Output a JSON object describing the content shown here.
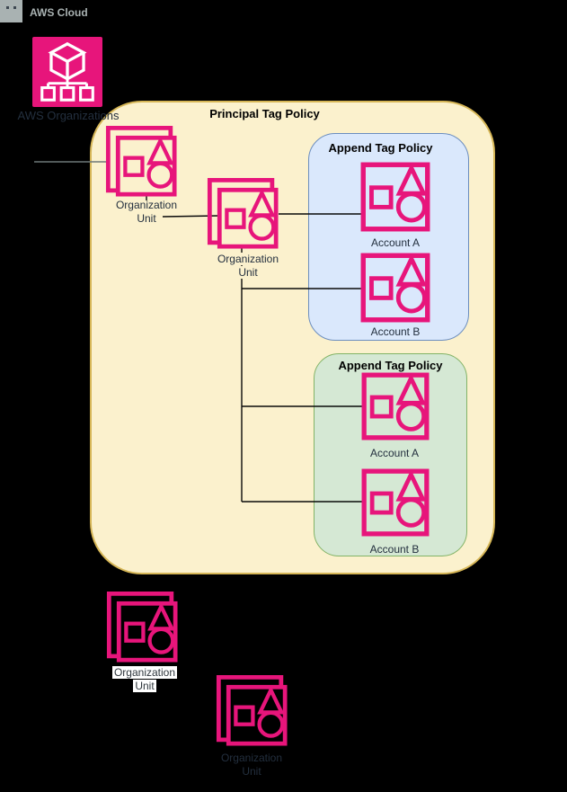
{
  "aws_cloud": {
    "label": "AWS Cloud"
  },
  "aws_organizations": {
    "label": "AWS Organizations"
  },
  "principal_tag_policy": {
    "title": "Principal Tag Policy"
  },
  "append_tag_policies": [
    {
      "title": "Append Tag Policy",
      "accounts": [
        {
          "label": "Account A"
        },
        {
          "label": "Account B"
        }
      ]
    },
    {
      "title": "Append Tag Policy",
      "accounts": [
        {
          "label": "Account A"
        },
        {
          "label": "Account B"
        }
      ]
    }
  ],
  "org_units": [
    {
      "line1": "Organization",
      "line2": "Unit"
    },
    {
      "line1": "Organization",
      "line2": "Unit"
    },
    {
      "line1": "Organization",
      "line2": "Unit"
    },
    {
      "line1": "Organization",
      "line2": "Unit"
    }
  ],
  "colors": {
    "background": "#000000",
    "pink": "#E7157B",
    "yellow_fill": "#FBF1CD",
    "yellow_border": "#D6B656",
    "blue_fill": "#DAE8FC",
    "blue_border": "#6C8EBF",
    "green_fill": "#D5E8D4",
    "green_border": "#82B366",
    "label": "#232F3E",
    "gray": "#A9B2B2"
  }
}
